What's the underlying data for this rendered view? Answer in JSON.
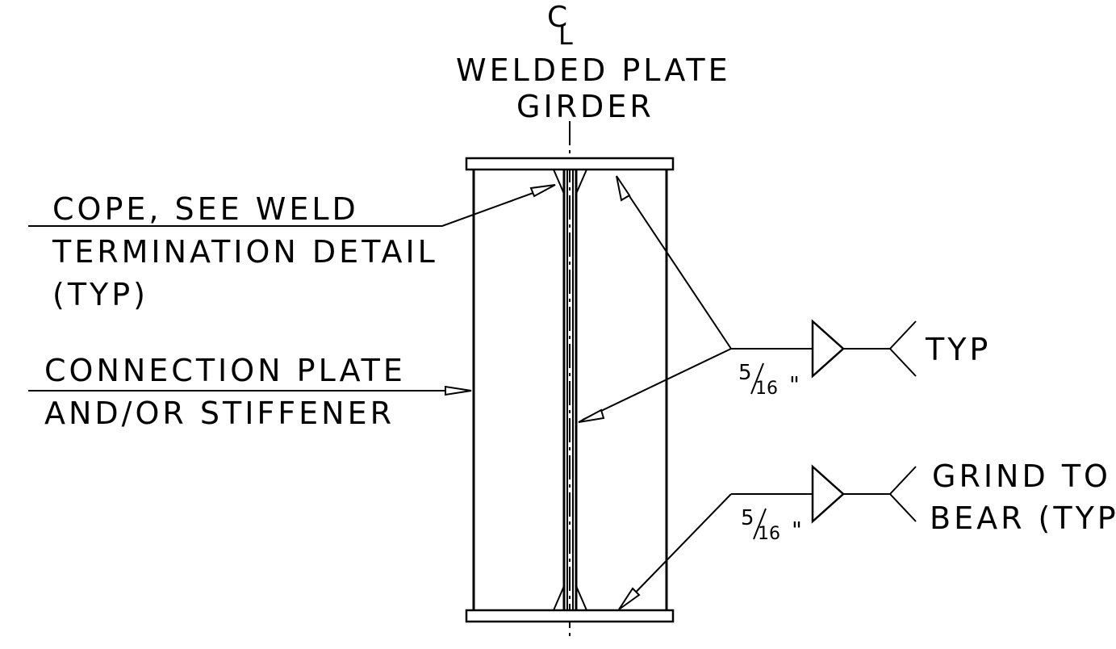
{
  "centerline": {
    "symbol_c": "C",
    "symbol_l": "L",
    "title_line1": "WELDED PLATE",
    "title_line2": "GIRDER"
  },
  "callouts": {
    "cope_line1": "COPE, SEE WELD",
    "cope_line2": "TERMINATION DETAIL",
    "cope_line3": "(TYP)",
    "connection_line1": "CONNECTION PLATE",
    "connection_line2": "AND/OR STIFFENER"
  },
  "weld_symbols": [
    {
      "size_numerator": "5",
      "size_denominator": "16",
      "size_unit": "\"",
      "tail_note_line1": "TYP",
      "tail_note_line2": ""
    },
    {
      "size_numerator": "5",
      "size_denominator": "16",
      "size_unit": "\"",
      "tail_note_line1": "GRIND TO",
      "tail_note_line2": "BEAR (TYP)"
    }
  ]
}
